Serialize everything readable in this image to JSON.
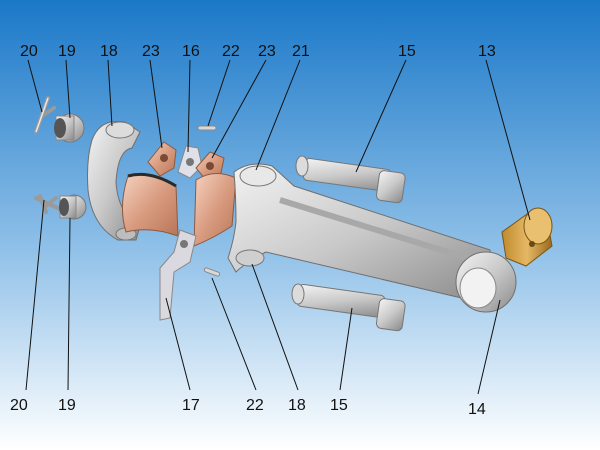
{
  "diagram": {
    "callouts": {
      "pin_20_top": "20",
      "nut_19_top": "19",
      "cap_18_top": "18",
      "shim_23_left": "23",
      "plate_16": "16",
      "dowel_22_top": "22",
      "shim_23_right": "23",
      "rod_21": "21",
      "bolt_15_top": "15",
      "bushing_13": "13",
      "pin_20_bottom": "20",
      "nut_19_bottom": "19",
      "plate_17": "17",
      "dowel_22_bottom": "22",
      "rod_18_bottom": "18",
      "bolt_15_bottom": "15",
      "small_end_14": "14"
    }
  }
}
